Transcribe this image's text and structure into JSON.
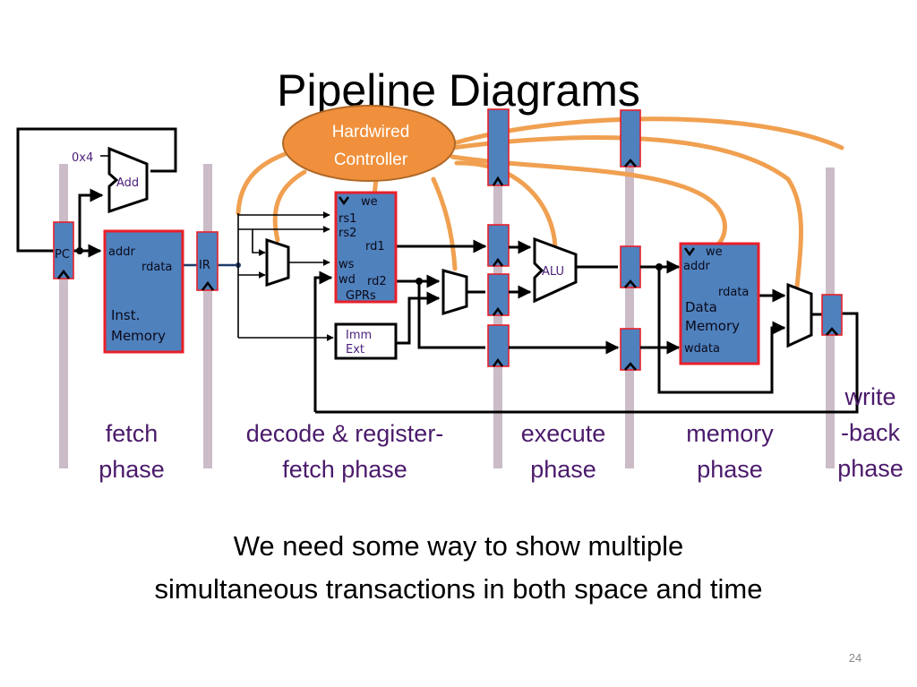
{
  "slide": {
    "title": "Pipeline Diagrams",
    "page_number": "24",
    "caption_lines": [
      "We need some way to show multiple",
      "simultaneous transactions in both space and time"
    ]
  },
  "diagram": {
    "controller": {
      "line1": "Hardwired",
      "line2": "Controller"
    },
    "fetch": {
      "pc_label": "PC",
      "const_label": "0x4",
      "adder_label": "Add",
      "inst_mem": {
        "addr": "addr",
        "rdata": "rdata",
        "name_line1": "Inst.",
        "name_line2": "Memory"
      },
      "ir_label": "IR"
    },
    "decode": {
      "gprs": {
        "we": "we",
        "rs1": "rs1",
        "rs2": "rs2",
        "rd1": "rd1",
        "ws": "ws",
        "wd": "wd",
        "rd2": "rd2",
        "name": "GPRs"
      },
      "imm_ext": {
        "line1": "Imm",
        "line2": "Ext"
      }
    },
    "execute": {
      "alu_label": "ALU"
    },
    "memory": {
      "data_mem": {
        "we": "we",
        "addr": "addr",
        "rdata": "rdata",
        "name_line1": "Data",
        "name_line2": "Memory",
        "wdata": "wdata"
      }
    },
    "phases": [
      {
        "line1": "fetch",
        "line2": "phase"
      },
      {
        "line1": "decode & register-",
        "line2": "fetch phase"
      },
      {
        "line1": "execute",
        "line2": "phase"
      },
      {
        "line1": "memory",
        "line2": "phase"
      },
      {
        "line1": "write",
        "line2": "-back",
        "line3": "phase"
      }
    ],
    "colors": {
      "register_fill": "#4f81bd",
      "register_border": "#e8202a",
      "control_wire": "#f0a050",
      "controller_fill": "#f0903c",
      "pipeline_bar": "#cbbcc8",
      "phase_text": "#4b1a6b"
    }
  }
}
